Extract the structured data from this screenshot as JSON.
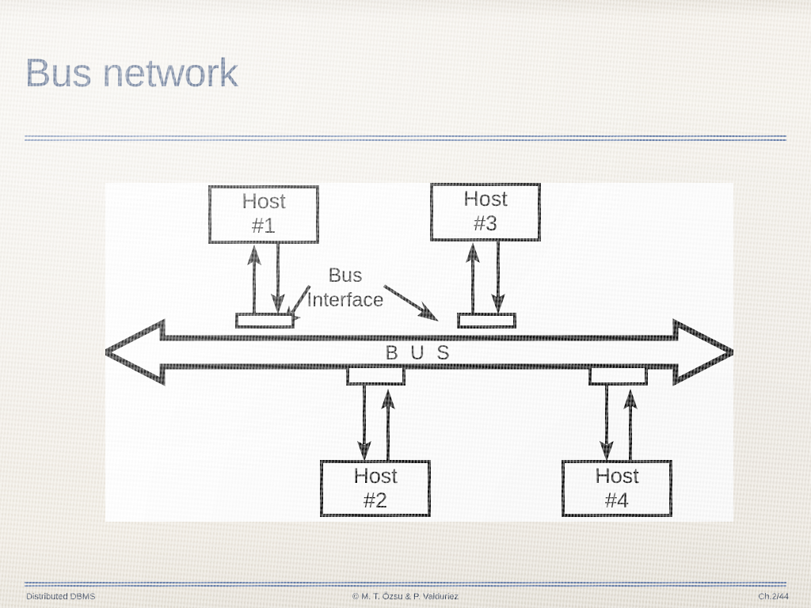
{
  "slide": {
    "title": "Bus network",
    "background_color": "#f2eee7",
    "title_color": "#1f3864",
    "rule_color": "#6a82ad"
  },
  "diagram": {
    "panel_background": "#ffffff",
    "stroke_color": "#111111",
    "bus_label": "B U S",
    "interface_label_line1": "Bus",
    "interface_label_line2": "Interface",
    "hosts": [
      {
        "id": "host-1",
        "line1": "Host",
        "line2": "#1",
        "position": "top-left"
      },
      {
        "id": "host-3",
        "line1": "Host",
        "line2": "#3",
        "position": "top-right"
      },
      {
        "id": "host-2",
        "line1": "Host",
        "line2": "#2",
        "position": "bottom-left"
      },
      {
        "id": "host-4",
        "line1": "Host",
        "line2": "#4",
        "position": "bottom-right"
      }
    ],
    "interfaces": [
      {
        "id": "bus-interface-1",
        "attached_host": "#1"
      },
      {
        "id": "bus-interface-3",
        "attached_host": "#3"
      },
      {
        "id": "bus-interface-2",
        "attached_host": "#2"
      },
      {
        "id": "bus-interface-4",
        "attached_host": "#4"
      }
    ]
  },
  "footer": {
    "left": "Distributed DBMS",
    "center": "© M. T. Özsu & P. Valduriez",
    "right": "Ch.2/44"
  }
}
